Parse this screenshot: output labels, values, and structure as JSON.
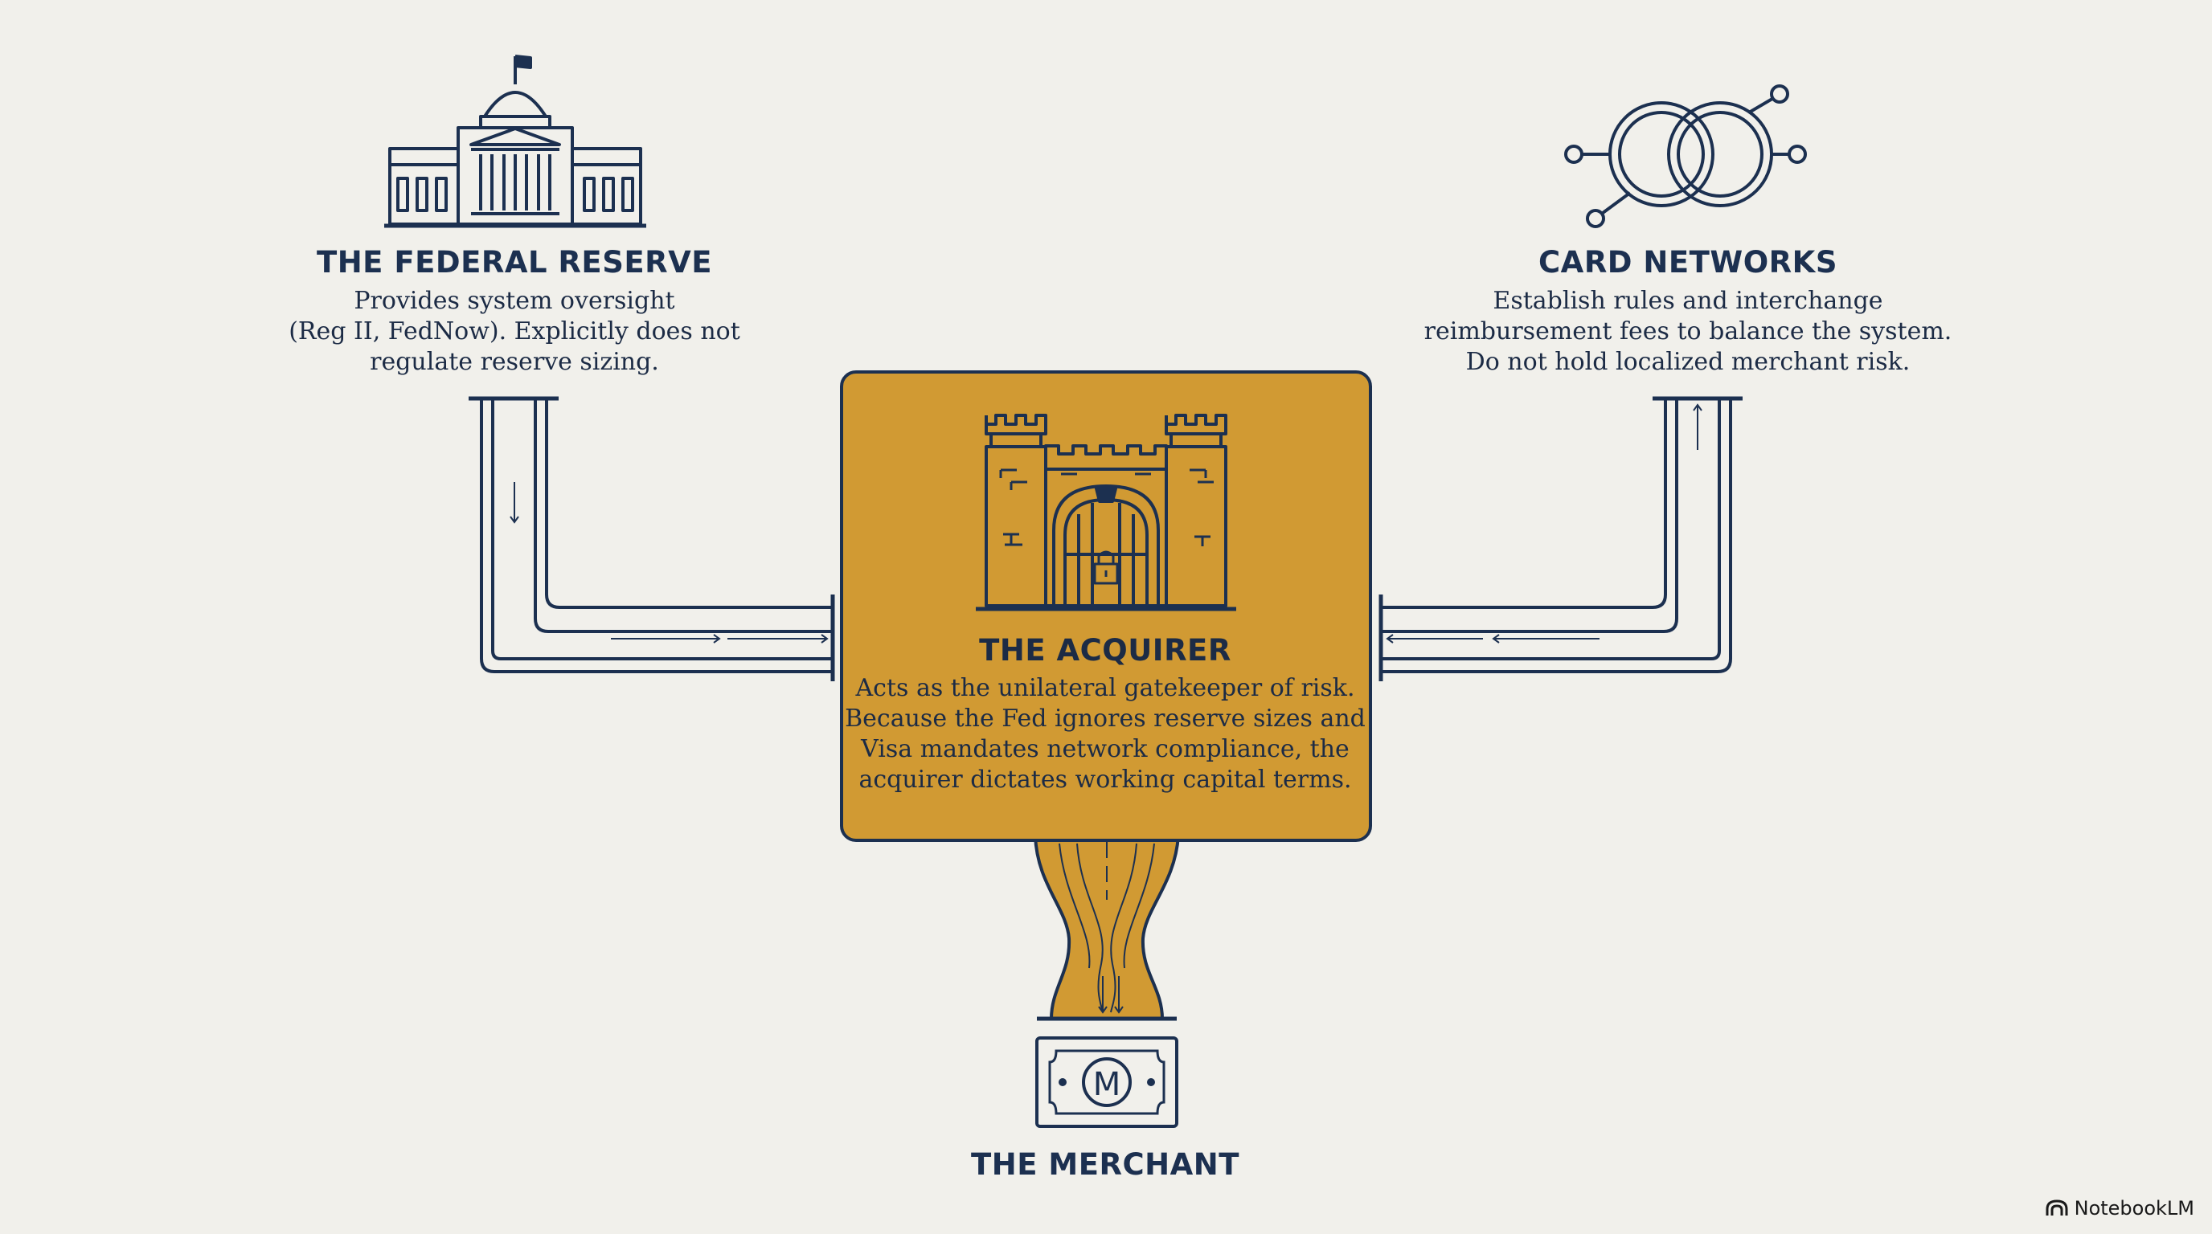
{
  "federal_reserve": {
    "title": "THE FEDERAL RESERVE",
    "description": [
      "Provides system oversight",
      "(Reg II, FedNow). Explicitly does not",
      "regulate reserve sizing."
    ]
  },
  "card_networks": {
    "title": "CARD NETWORKS",
    "description": [
      "Establish rules and interchange",
      "reimbursement fees to balance the system.",
      "Do not hold localized merchant risk."
    ]
  },
  "acquirer": {
    "title": "THE ACQUIRER",
    "description": [
      "Acts as the unilateral gatekeeper of risk.",
      "Because the Fed ignores reserve sizes and",
      "Visa mandates network compliance, the",
      "acquirer dictates working capital terms."
    ]
  },
  "merchant": {
    "title": "THE MERCHANT",
    "bill_symbol": "M"
  },
  "brand": "NotebookLM",
  "colors": {
    "navy": "#1c3050",
    "gold": "#d19a33",
    "background": "#f1f0eb"
  },
  "icons": [
    "capitol-building-icon",
    "interlocked-rings-icon",
    "castle-lock-icon",
    "banknote-icon",
    "notebooklm-logo-icon"
  ]
}
